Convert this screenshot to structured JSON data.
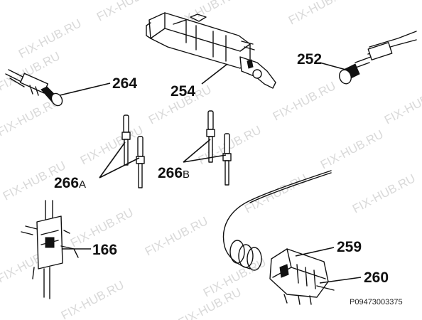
{
  "watermark": {
    "text": "FIX-HUB.RU",
    "color": "#d9d9d9"
  },
  "labels": {
    "part_264": "264",
    "part_254": "254",
    "part_252": "252",
    "part_266a_num": "266",
    "part_266a_suffix": "A",
    "part_266b_num": "266",
    "part_266b_suffix": "B",
    "part_166": "166",
    "part_259": "259",
    "part_260": "260"
  },
  "diagram_code": "P09473003375",
  "icons": [
    "igniter-icon",
    "spark-generator-icon",
    "thermocouple-connector-icon",
    "thermocouple-probe-icon",
    "switch-block-icon",
    "gas-valve-icon"
  ]
}
